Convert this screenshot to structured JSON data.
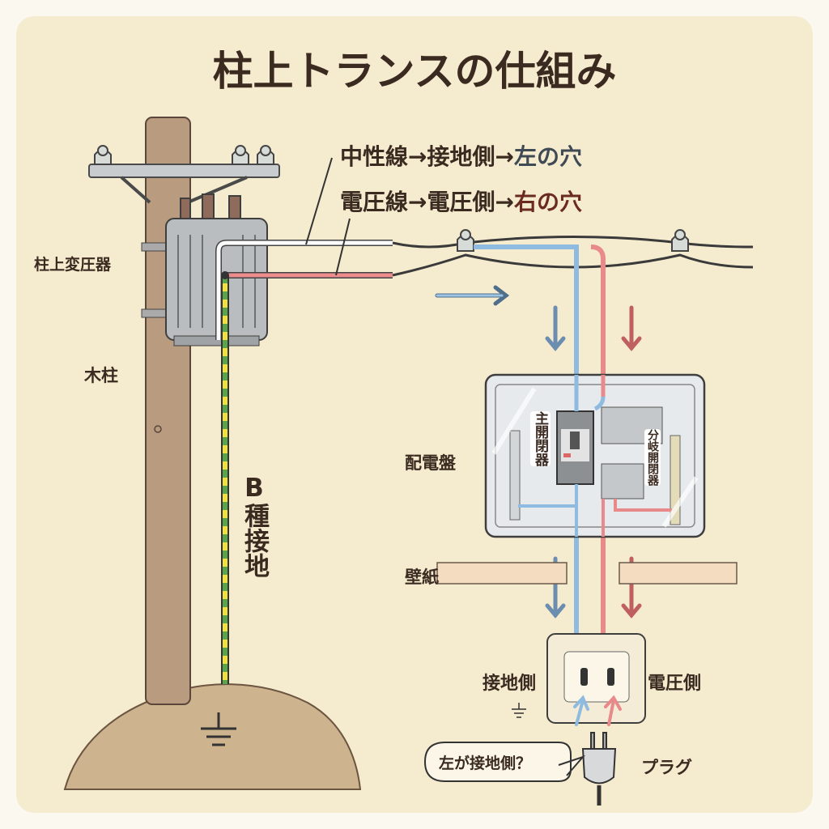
{
  "title": "柱上トランスの仕組み",
  "legend": [
    {
      "prefix": "中性線→接地側→",
      "hole": "左の穴",
      "hole_color": "#3f4a55"
    },
    {
      "prefix": "電圧線→電圧側→",
      "hole": "右の穴",
      "hole_color": "#6a2a22"
    }
  ],
  "labels": {
    "transformer": "柱上変圧器",
    "pole": "木柱",
    "grounding": "B種接地",
    "panel": "配電盤",
    "main_switch": "主開閉器",
    "branch_switch": "分岐開閉器",
    "wall": "壁紙",
    "ground_side": "接地側",
    "voltage_side": "電圧側",
    "plug": "プラグ",
    "speech": "左が接地側？"
  },
  "colors": {
    "neutral": "#8fbbe0",
    "voltage": "#e88a8a",
    "background": "#f5ebcf"
  }
}
